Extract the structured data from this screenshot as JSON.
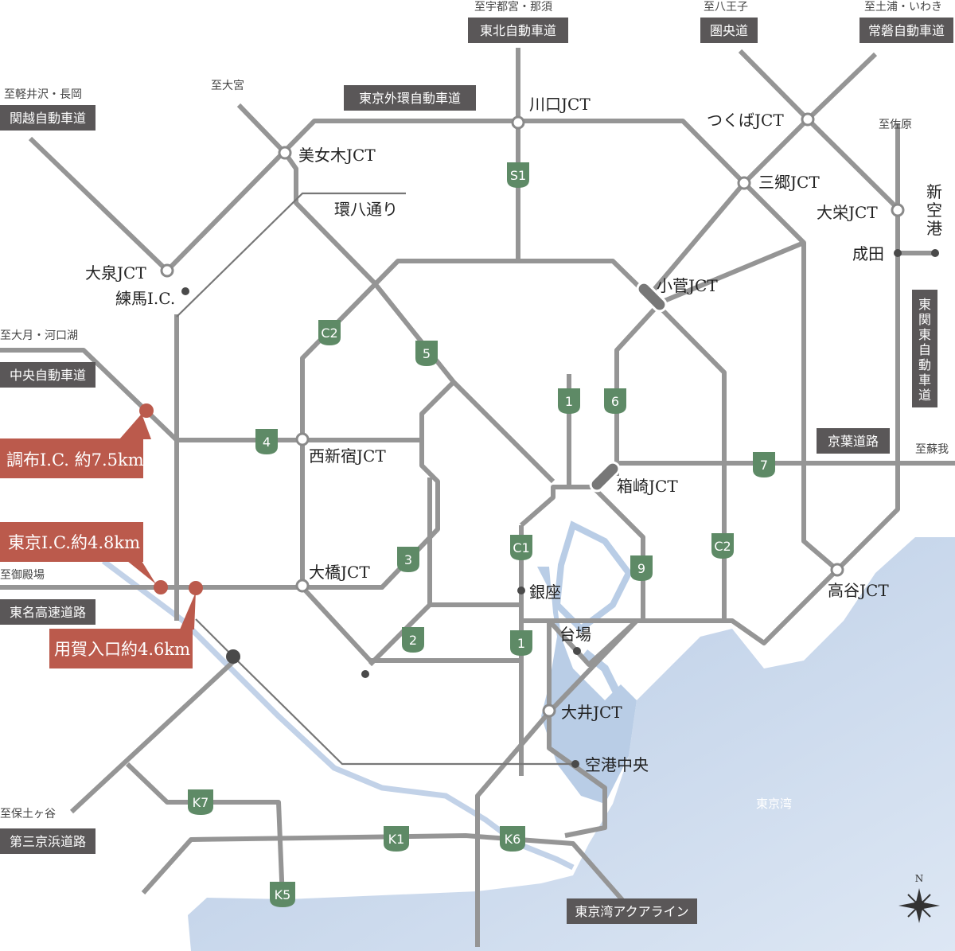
{
  "colors": {
    "road": "#959595",
    "water": "#b9cde6",
    "label_box": "#5a5758",
    "shield": "#5e8a66",
    "accent_red": "#bb5a4c"
  },
  "map_labels": {
    "kawaguchi_jct": "川口JCT",
    "tsukuba_jct": "つくばJCT",
    "bijogi_jct": "美女木JCT",
    "misato_jct": "三郷JCT",
    "daiei_jct": "大栄JCT",
    "narita": "成田",
    "shin_kuko": "新空港",
    "oizumi_jct": "大泉JCT",
    "nerima_ic": "練馬I.C.",
    "kosuge_jct": "小菅JCT",
    "kanpachi": "環八通り",
    "nishishinjuku_jct": "西新宿JCT",
    "hakozaki_jct": "箱崎JCT",
    "ohashi_jct": "大橋JCT",
    "ginza": "銀座",
    "daiba": "台場",
    "takaya_jct": "高谷JCT",
    "oi_jct": "大井JCT",
    "kuko_chuo": "空港中央",
    "tokyo_bay": "東京湾"
  },
  "directions": {
    "utsunomiya": "至宇都宮・那須",
    "hachioji": "至八王子",
    "tsuchiura": "至土浦・いわき",
    "karuizawa": "至軽井沢・長岡",
    "omiya": "至大宮",
    "sawara": "至佐原",
    "otsuki": "至大月・河口湖",
    "soga": "至蘇我",
    "gotemba": "至御殿場",
    "hodogaya": "至保土ヶ谷"
  },
  "highway_boxes": {
    "tohoku": "東北自動車道",
    "kenoh": "圏央道",
    "joban": "常磐自動車道",
    "kanetsu": "関越自動車道",
    "gaikan": "東京外環自動車道",
    "higashi_kanto": "東関東自動車道",
    "chuo": "中央自動車道",
    "keiyo": "京葉道路",
    "tomei": "東名高速道路",
    "daisan_keihin": "第三京浜道路",
    "aqualine": "東京湾アクアライン"
  },
  "route_shields": {
    "s1": "S1",
    "c2_west": "C2",
    "r5": "5",
    "r1_north": "1",
    "r6": "6",
    "r4": "4",
    "r7": "7",
    "c1": "C1",
    "c2_east": "C2",
    "r3": "3",
    "r9": "9",
    "r2": "2",
    "r1_south": "1",
    "k7": "K7",
    "k1": "K1",
    "k6": "K6",
    "k5": "K5"
  },
  "callouts": {
    "chofu": "調布I.C. 約7.5km",
    "tokyo_ic": "東京I.C.約4.8km",
    "yoga": "用賀入口約4.6km"
  },
  "compass": {
    "north": "N"
  }
}
